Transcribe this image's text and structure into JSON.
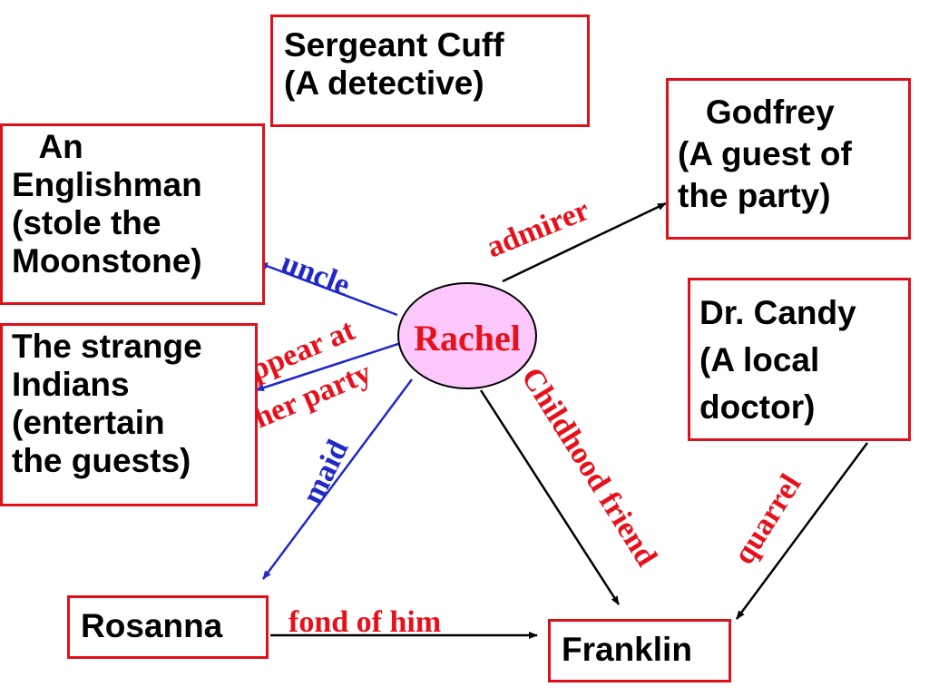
{
  "colors": {
    "box_border": "#e0101a",
    "relation_red": "#e8101a",
    "relation_blue": "#2028c8",
    "center_fill": "#fcc8fc",
    "arrow": "#000000"
  },
  "center": {
    "label": "Rachel"
  },
  "nodes": {
    "cuff": {
      "lines": [
        "Sergeant Cuff",
        "(A detective)"
      ]
    },
    "englishman": {
      "lines": [
        "   An",
        "Englishman",
        "(stole the",
        "Moonstone)"
      ]
    },
    "indians": {
      "lines": [
        "The strange",
        "Indians",
        "(entertain",
        "the guests)"
      ]
    },
    "godfrey": {
      "lines": [
        "   Godfrey",
        "(A guest of",
        "the party)"
      ]
    },
    "candy": {
      "lines": [
        "Dr. Candy",
        "(A local",
        "doctor)"
      ]
    },
    "rosanna": {
      "lines": [
        "Rosanna"
      ]
    },
    "franklin": {
      "lines": [
        "Franklin"
      ]
    }
  },
  "relations": {
    "uncle": "uncle",
    "appear_at": "appear at",
    "her_party": "her party",
    "maid": "maid",
    "admirer": "admirer",
    "childhood_friend": "Childhood friend",
    "quarrel": "quarrel",
    "fond_of_him": "fond of him"
  }
}
